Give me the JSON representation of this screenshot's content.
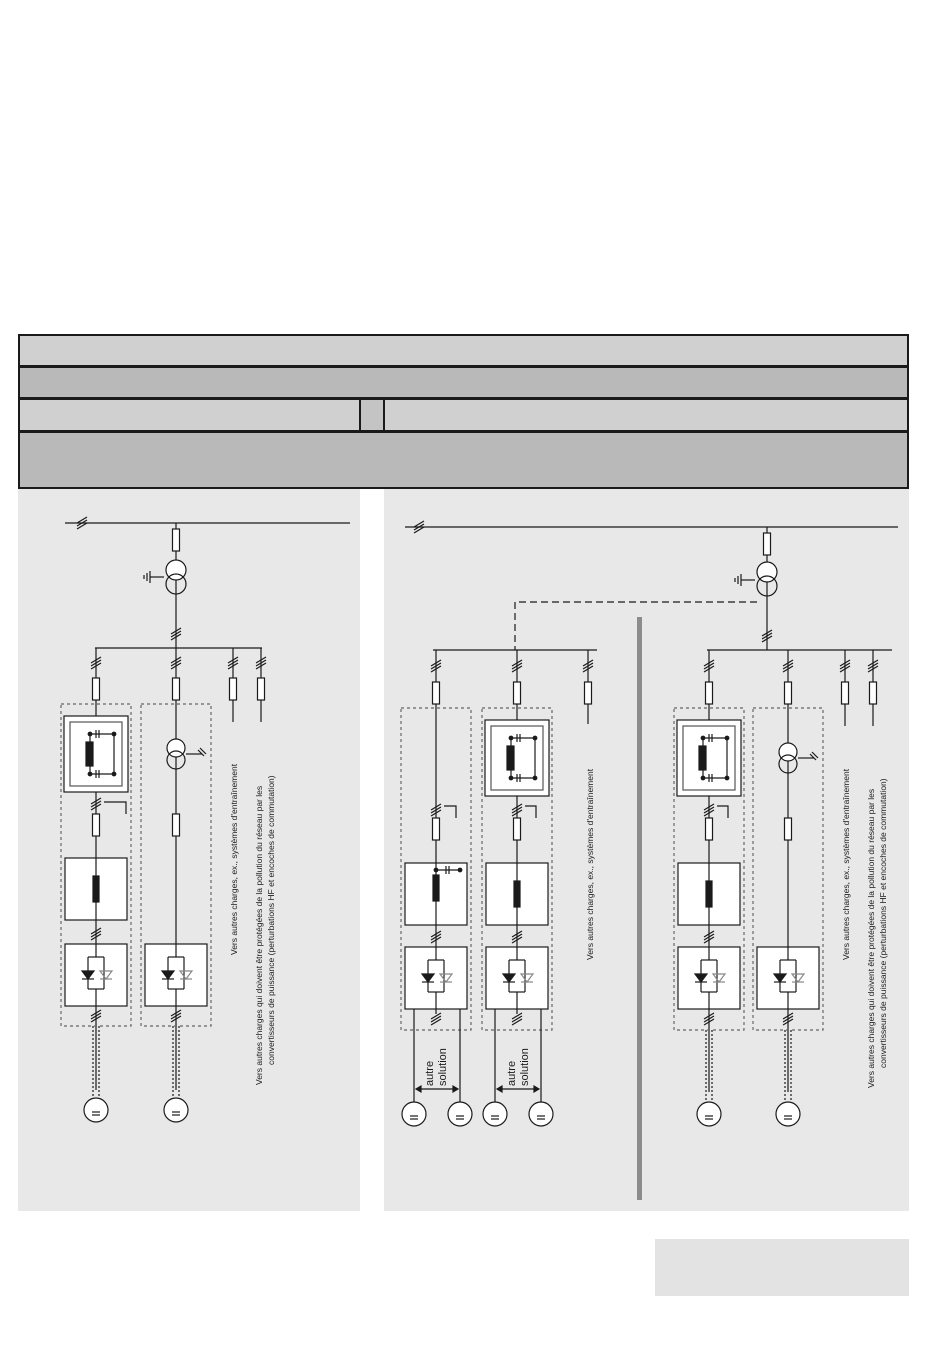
{
  "colors": {
    "band_light": "#d0d0d0",
    "band_mid": "#b9b9b9",
    "panel": "#e8e8e8",
    "line": "#1a1a1a",
    "separator": "#8c8c8c"
  },
  "icons": [
    "transformer-icon",
    "fuse-icon",
    "filter-icon",
    "choke-icon",
    "converter-icon",
    "motor-icon",
    "ground-icon"
  ],
  "labels": {
    "other_drive_loads": "Vers autres charges, ex., systèmes d'entraînement",
    "protected_loads_line1": "Vers autres charges qui doivent être protégées de la pollution du réseau par les",
    "protected_loads_line2": "convertisseurs de puissance (perturbations HF et encoches de commutation)",
    "alt_word1": "autre",
    "alt_word2": "solution",
    "motor_symbol": "="
  }
}
